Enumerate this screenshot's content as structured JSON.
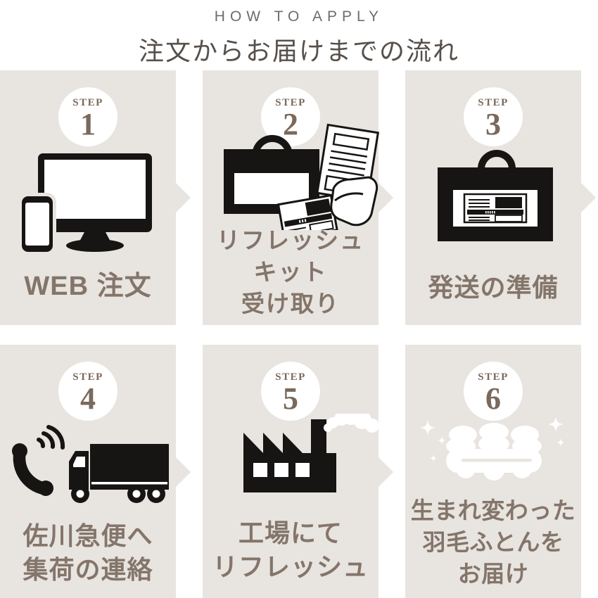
{
  "header": {
    "subtitle": "HOW TO APPLY",
    "title": "注文からお届けまでの流れ"
  },
  "steps": [
    {
      "step_label": "STEP",
      "number": "1",
      "icon": "computer-phone-icon",
      "lines": [
        "WEB 注文"
      ],
      "arrow": true
    },
    {
      "step_label": "STEP",
      "number": "2",
      "icon": "refresh-kit-icon",
      "lines": [
        "リフレッシュ",
        "キット",
        "受け取り"
      ],
      "arrow": true
    },
    {
      "step_label": "STEP",
      "number": "3",
      "icon": "shipping-bag-icon",
      "lines": [
        "発送の準備"
      ],
      "arrow": true
    },
    {
      "step_label": "STEP",
      "number": "4",
      "icon": "phone-truck-icon",
      "lines": [
        "佐川急便へ",
        "集荷の連絡"
      ],
      "arrow": true
    },
    {
      "step_label": "STEP",
      "number": "5",
      "icon": "factory-icon",
      "lines": [
        "工場にて",
        "リフレッシュ"
      ],
      "arrow": true
    },
    {
      "step_label": "STEP",
      "number": "6",
      "icon": "futon-icon",
      "lines": [
        "生まれ変わった",
        "羽毛ふとんを",
        "お届け"
      ],
      "arrow": false
    }
  ],
  "colors": {
    "card": "#e8e4e0",
    "icon": "#171513",
    "step": "#7a695c",
    "label": "#84756a",
    "subtitle": "#6d6d6d",
    "title": "#56504b",
    "white": "#ffffff"
  }
}
